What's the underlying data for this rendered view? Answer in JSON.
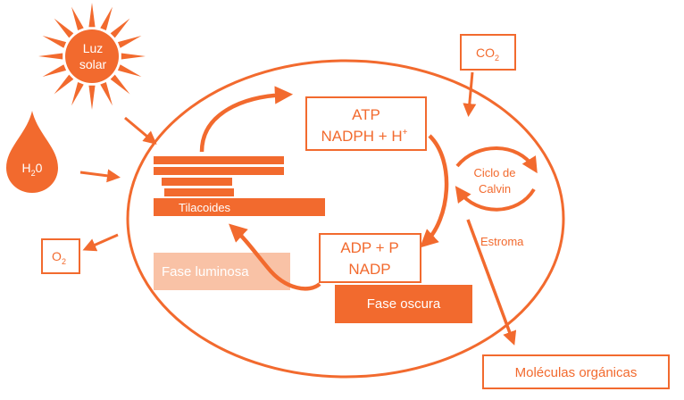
{
  "colors": {
    "primary": "#f26a2e",
    "light": "#f9c2a6",
    "white": "#ffffff"
  },
  "sun": {
    "line1": "Luz",
    "line2": "solar",
    "icon": "sun-icon"
  },
  "water": {
    "main": "H",
    "sub": "2",
    "tail": "0",
    "icon": "water-drop-icon"
  },
  "co2": {
    "main": "CO",
    "sub": "2"
  },
  "o2": {
    "main": "O",
    "sub": "2"
  },
  "products_box": {
    "line1": "ATP",
    "line2_main": "NADPH + H",
    "line2_sup": "+"
  },
  "reactants_box": {
    "line1": "ADP + P",
    "line2": "NADP"
  },
  "thylakoid_label": "Tilacoides",
  "light_phase_label": "Fase luminosa",
  "dark_phase_label": "Fase oscura",
  "calvin": {
    "line1": "Ciclo de",
    "line2": "Calvin"
  },
  "stroma_label": "Estroma",
  "organic_box_label": "Moléculas orgánicas"
}
